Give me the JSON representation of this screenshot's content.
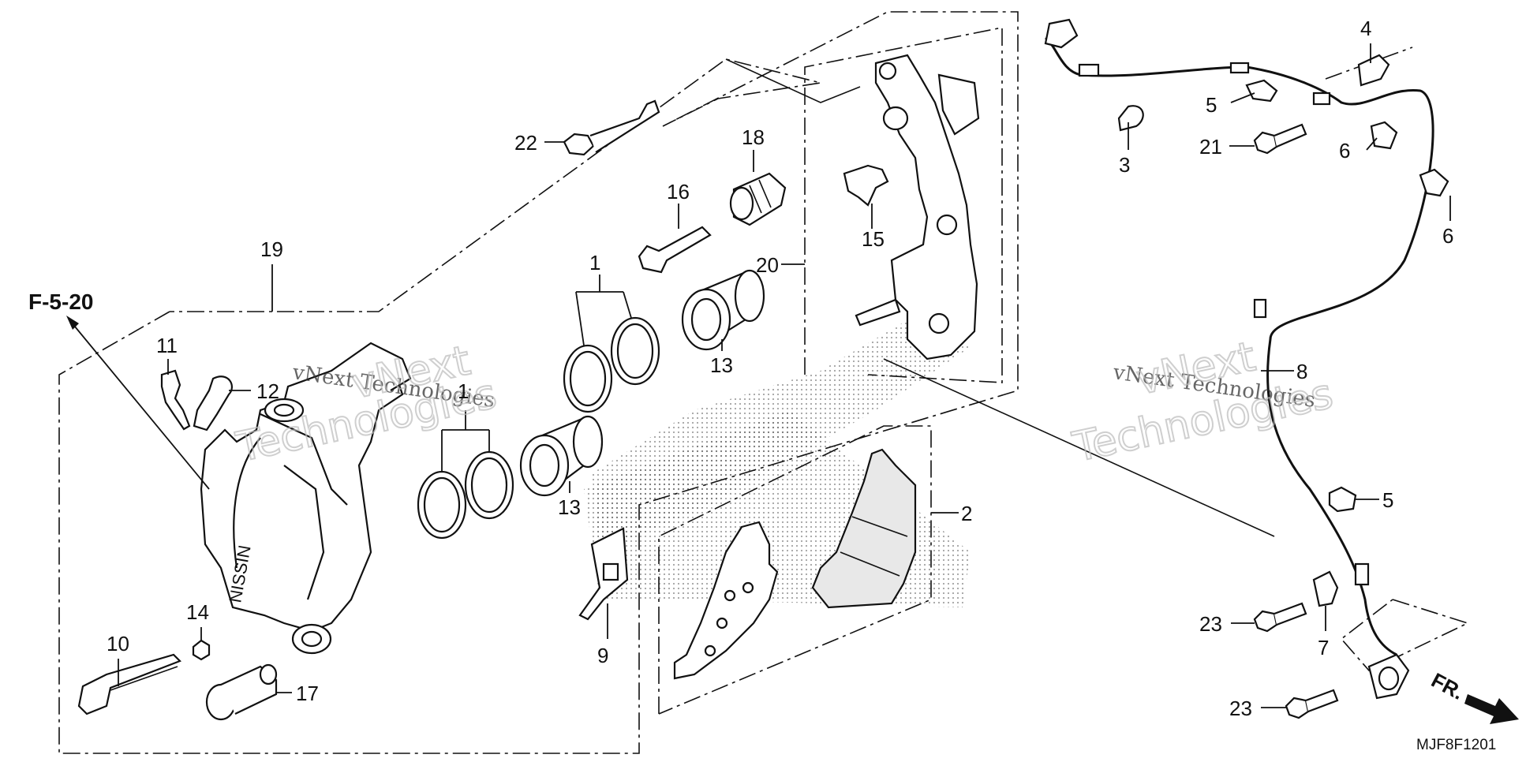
{
  "reference": "F-5-20",
  "diagram_code": "MJF8F1201",
  "direction_label": "FR.",
  "watermark": {
    "line1": "vNext Technologies",
    "big_top": "vNext",
    "big_bottom": "Technologies"
  },
  "callouts": {
    "c1a": "1",
    "c1b": "1",
    "c2": "2",
    "c3": "3",
    "c4": "4",
    "c5a": "5",
    "c5b": "5",
    "c6a": "6",
    "c6b": "6",
    "c7": "7",
    "c8": "8",
    "c9": "9",
    "c10": "10",
    "c11": "11",
    "c12": "12",
    "c13a": "13",
    "c13b": "13",
    "c14": "14",
    "c15": "15",
    "c16": "16",
    "c17": "17",
    "c18": "18",
    "c19": "19",
    "c20": "20",
    "c21": "21",
    "c22": "22",
    "c23a": "23",
    "c23b": "23"
  }
}
